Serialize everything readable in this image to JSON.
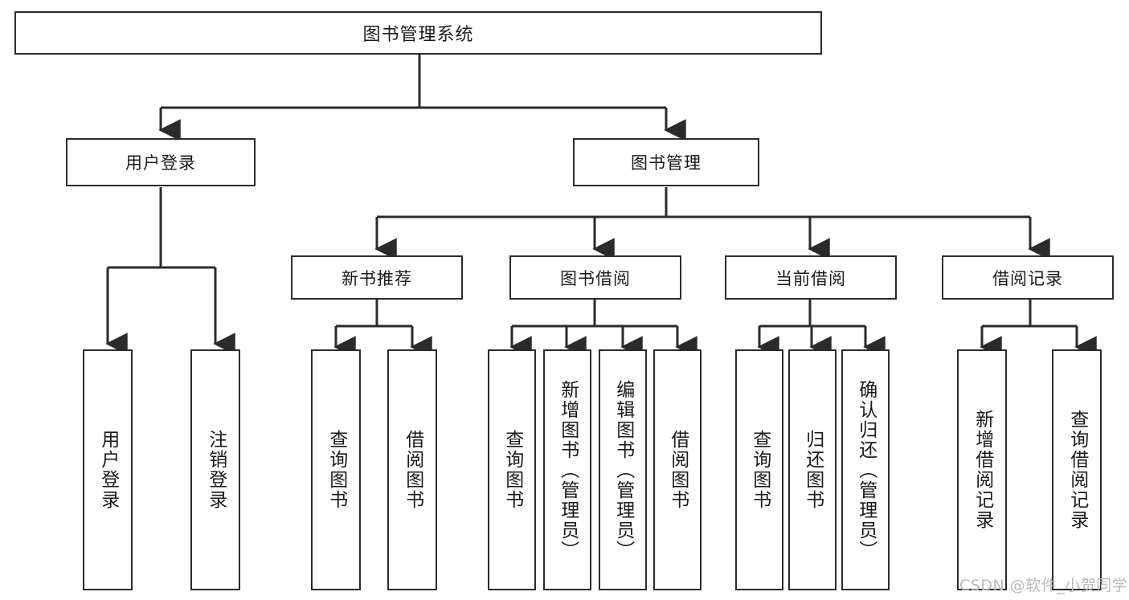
{
  "diagram": {
    "title": "图书管理系统",
    "type": "tree",
    "root": {
      "label": "图书管理系统"
    },
    "level2": [
      {
        "id": "user-login",
        "label": "用户登录"
      },
      {
        "id": "book-manage",
        "label": "图书管理"
      }
    ],
    "level3": [
      {
        "id": "new-book-recommend",
        "label": "新书推荐"
      },
      {
        "id": "book-borrow",
        "label": "图书借阅"
      },
      {
        "id": "current-borrow",
        "label": "当前借阅"
      },
      {
        "id": "borrow-record",
        "label": "借阅记录"
      }
    ],
    "leaves": {
      "user_login": [
        {
          "id": "leaf-user-login",
          "label": "用户登录"
        },
        {
          "id": "leaf-logout",
          "label": "注销登录"
        }
      ],
      "new_book_recommend": [
        {
          "id": "leaf-query-book-1",
          "label": "查询图书"
        },
        {
          "id": "leaf-borrow-book-1",
          "label": "借阅图书"
        }
      ],
      "book_borrow": [
        {
          "id": "leaf-query-book-2",
          "label": "查询图书"
        },
        {
          "id": "leaf-add-book",
          "label": "新增图书（管理员）"
        },
        {
          "id": "leaf-edit-book",
          "label": "编辑图书（管理员）"
        },
        {
          "id": "leaf-borrow-book-2",
          "label": "借阅图书"
        }
      ],
      "current_borrow": [
        {
          "id": "leaf-query-book-3",
          "label": "查询图书"
        },
        {
          "id": "leaf-return-book",
          "label": "归还图书"
        },
        {
          "id": "leaf-confirm-return",
          "label": "确认归还（管理员）"
        }
      ],
      "borrow_record": [
        {
          "id": "leaf-add-record",
          "label": "新增借阅记录"
        },
        {
          "id": "leaf-query-record",
          "label": "查询借阅记录"
        }
      ]
    }
  },
  "watermark": {
    "text": "CSDN @软件_小贺同学"
  },
  "colors": {
    "stroke": "#2b2b2b",
    "fill": "#ffffff",
    "text": "#1a1a1a",
    "watermark": "#b9b9b9"
  }
}
